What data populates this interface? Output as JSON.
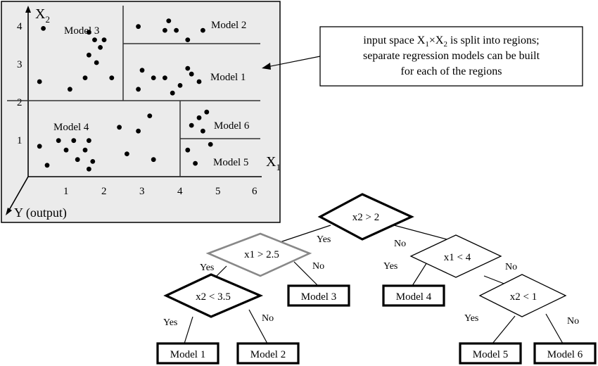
{
  "panel": {
    "x2_label": "X",
    "x2_sub": "2",
    "x1_label": "X",
    "x1_sub": "1",
    "y_label": "Y (output)",
    "y_ticks": [
      "1",
      "2",
      "3",
      "4"
    ],
    "x_ticks": [
      "1",
      "2",
      "3",
      "4",
      "5",
      "6"
    ],
    "region_labels": {
      "model1": "Model 1",
      "model2": "Model 2",
      "model3": "Model 3",
      "model4": "Model 4",
      "model5": "Model 5",
      "model6": "Model 6"
    },
    "points": [
      [
        0.4,
        3.9
      ],
      [
        1.6,
        3.8
      ],
      [
        1.75,
        3.6
      ],
      [
        2.0,
        3.6
      ],
      [
        1.9,
        3.4
      ],
      [
        1.6,
        3.2
      ],
      [
        1.8,
        3.0
      ],
      [
        0.3,
        2.5
      ],
      [
        1.1,
        2.3
      ],
      [
        1.5,
        2.6
      ],
      [
        2.2,
        2.6
      ],
      [
        2.9,
        3.95
      ],
      [
        3.7,
        4.1
      ],
      [
        3.6,
        3.85
      ],
      [
        3.9,
        3.85
      ],
      [
        4.2,
        3.6
      ],
      [
        4.6,
        3.85
      ],
      [
        3.0,
        2.8
      ],
      [
        2.9,
        2.3
      ],
      [
        3.3,
        2.6
      ],
      [
        3.6,
        2.6
      ],
      [
        3.8,
        2.2
      ],
      [
        4.0,
        2.4
      ],
      [
        4.2,
        2.85
      ],
      [
        4.3,
        2.7
      ],
      [
        4.5,
        2.5
      ],
      [
        0.3,
        0.8
      ],
      [
        0.5,
        0.3
      ],
      [
        0.8,
        0.95
      ],
      [
        1.0,
        0.7
      ],
      [
        1.2,
        0.95
      ],
      [
        1.3,
        0.45
      ],
      [
        1.5,
        0.7
      ],
      [
        1.6,
        0.95
      ],
      [
        1.7,
        0.4
      ],
      [
        1.6,
        0.2
      ],
      [
        2.4,
        1.3
      ],
      [
        2.6,
        0.6
      ],
      [
        2.9,
        1.2
      ],
      [
        3.2,
        1.6
      ],
      [
        3.3,
        0.45
      ],
      [
        4.3,
        1.35
      ],
      [
        4.5,
        1.55
      ],
      [
        4.7,
        1.7
      ],
      [
        4.6,
        1.2
      ],
      [
        4.2,
        0.7
      ],
      [
        4.4,
        0.35
      ],
      [
        4.8,
        0.85
      ]
    ]
  },
  "callout": {
    "line1_pre": "input space X",
    "line1_sub1": "1",
    "line1_mid": "×X",
    "line1_sub2": "2",
    "line1_post": " is split into regions;",
    "line2": "separate regression models can be built",
    "line3": "for each of the regions"
  },
  "tree": {
    "root": "x2 > 2",
    "n_x1_25": "x1 > 2.5",
    "n_x2_35": "x2 < 3.5",
    "n_x1_4": "x1 < 4",
    "n_x2_1": "x2 < 1",
    "leaf_model1": "Model 1",
    "leaf_model2": "Model 2",
    "leaf_model3": "Model 3",
    "leaf_model4": "Model 4",
    "leaf_model5": "Model 5",
    "leaf_model6": "Model 6",
    "yes": "Yes",
    "no": "No"
  }
}
